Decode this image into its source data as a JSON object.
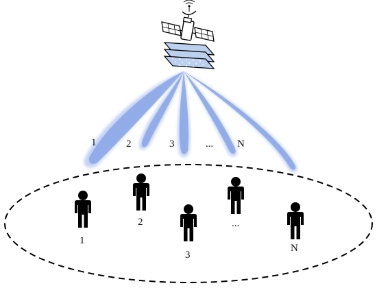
{
  "beams": [
    {
      "label": "1"
    },
    {
      "label": "2"
    },
    {
      "label": "3"
    },
    {
      "label": "..."
    },
    {
      "label": "N"
    }
  ],
  "users": [
    {
      "label": "1"
    },
    {
      "label": "2"
    },
    {
      "label": "3"
    },
    {
      "label": "..."
    },
    {
      "label": "N"
    }
  ],
  "colors": {
    "beam_fill": "#8aa6e6",
    "beam_edge": "#b9cbf2",
    "user_fill": "#000000",
    "panel_fill": "#bcd0f0",
    "ellipse_stroke": "#000000"
  },
  "icons": {
    "satellite": "satellite-icon",
    "antenna_array": "antenna-array-icon",
    "user": "person-icon"
  }
}
